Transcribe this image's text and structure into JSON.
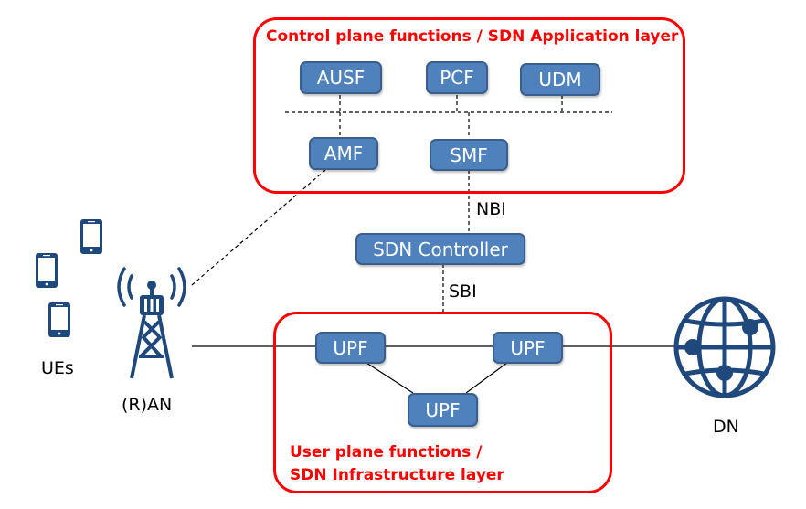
{
  "control_plane": {
    "title": "Control plane functions / SDN Application layer",
    "functions": {
      "ausf": "AUSF",
      "pcf": "PCF",
      "udm": "UDM",
      "amf": "AMF",
      "smf": "SMF"
    }
  },
  "interfaces": {
    "nbi": "NBI",
    "sbi": "SBI"
  },
  "sdn_controller": "SDN Controller",
  "user_plane": {
    "title_line1": "User plane functions /",
    "title_line2": "SDN Infrastructure layer",
    "upf_left": "UPF",
    "upf_right": "UPF",
    "upf_bottom": "UPF"
  },
  "ues_label": "UEs",
  "ran_label": "(R)AN",
  "dn_label": "DN",
  "colors": {
    "region_border": "#ff0000",
    "nf_fill": "#4f81bd",
    "icon": "#1f497d"
  }
}
